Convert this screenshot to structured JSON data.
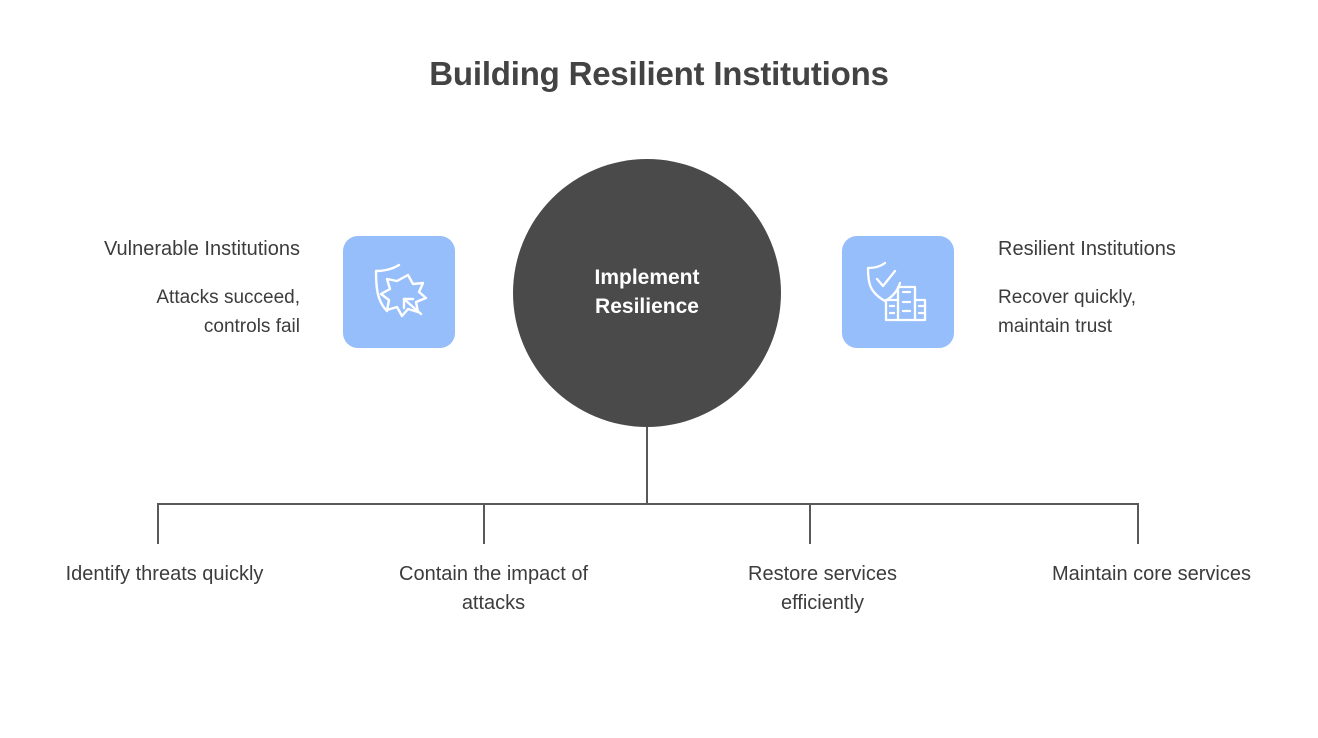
{
  "page": {
    "title": "Building Resilient Institutions",
    "background_color": "#ffffff"
  },
  "colors": {
    "hub_fill": "#4a4a4a",
    "hub_text": "#ffffff",
    "icon_tile_fill": "#96befa",
    "icon_stroke": "#ffffff",
    "body_text": "#3c3c3c",
    "title_text": "#434343",
    "connector_line": "#595959"
  },
  "hub": {
    "label": "Implement\nResilience"
  },
  "sides": {
    "left": {
      "heading": "Vulnerable Institutions",
      "body": "Attacks succeed,\ncontrols fail",
      "icon": "shield-breached-icon"
    },
    "right": {
      "heading": "Resilient Institutions",
      "body": "Recover quickly,\nmaintain trust",
      "icon": "shield-check-building-icon"
    }
  },
  "branches": [
    {
      "label": "Identify threats quickly"
    },
    {
      "label": "Contain the impact of\nattacks"
    },
    {
      "label": "Restore services\nefficiently"
    },
    {
      "label": "Maintain core services"
    }
  ]
}
